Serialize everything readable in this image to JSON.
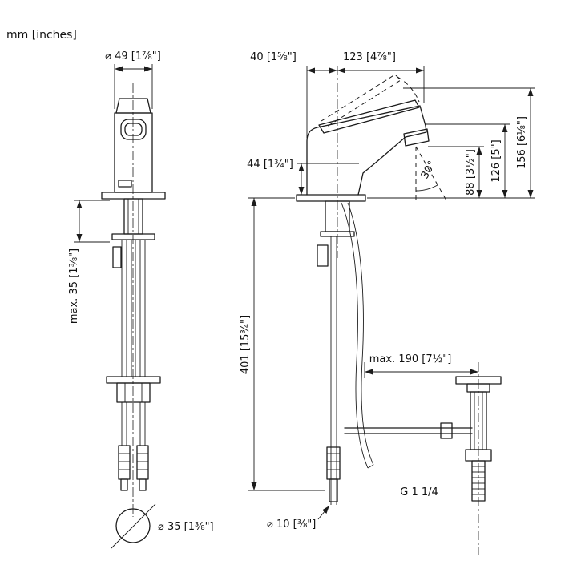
{
  "meta": {
    "units": "mm [inches]"
  },
  "front_view": {
    "dim_top_diameter": "⌀ 49 [1⅞\"]",
    "dim_max_mounting": "max. 35 [1⅜\"]",
    "dim_hole_diameter": "⌀ 35 [1⅜\"]"
  },
  "side_view": {
    "dim_body_depth": "40 [1⅝\"]",
    "dim_spout_reach": "123 [4⅞\"]",
    "dim_outlet_drop": "44 [1¾\"]",
    "dim_spray_angle": "30°",
    "dim_outlet_height": "88 [3½\"]",
    "dim_spout_height": "126 [5\"]",
    "dim_total_height": "156 [6⅛\"]",
    "dim_connection_length": "401 [15¾\"]",
    "dim_drain_reach": "max. 190 [7½\"]",
    "drain_thread": "G 1 1/4",
    "dim_hose_diameter": "⌀ 10 [⅜\"]"
  }
}
